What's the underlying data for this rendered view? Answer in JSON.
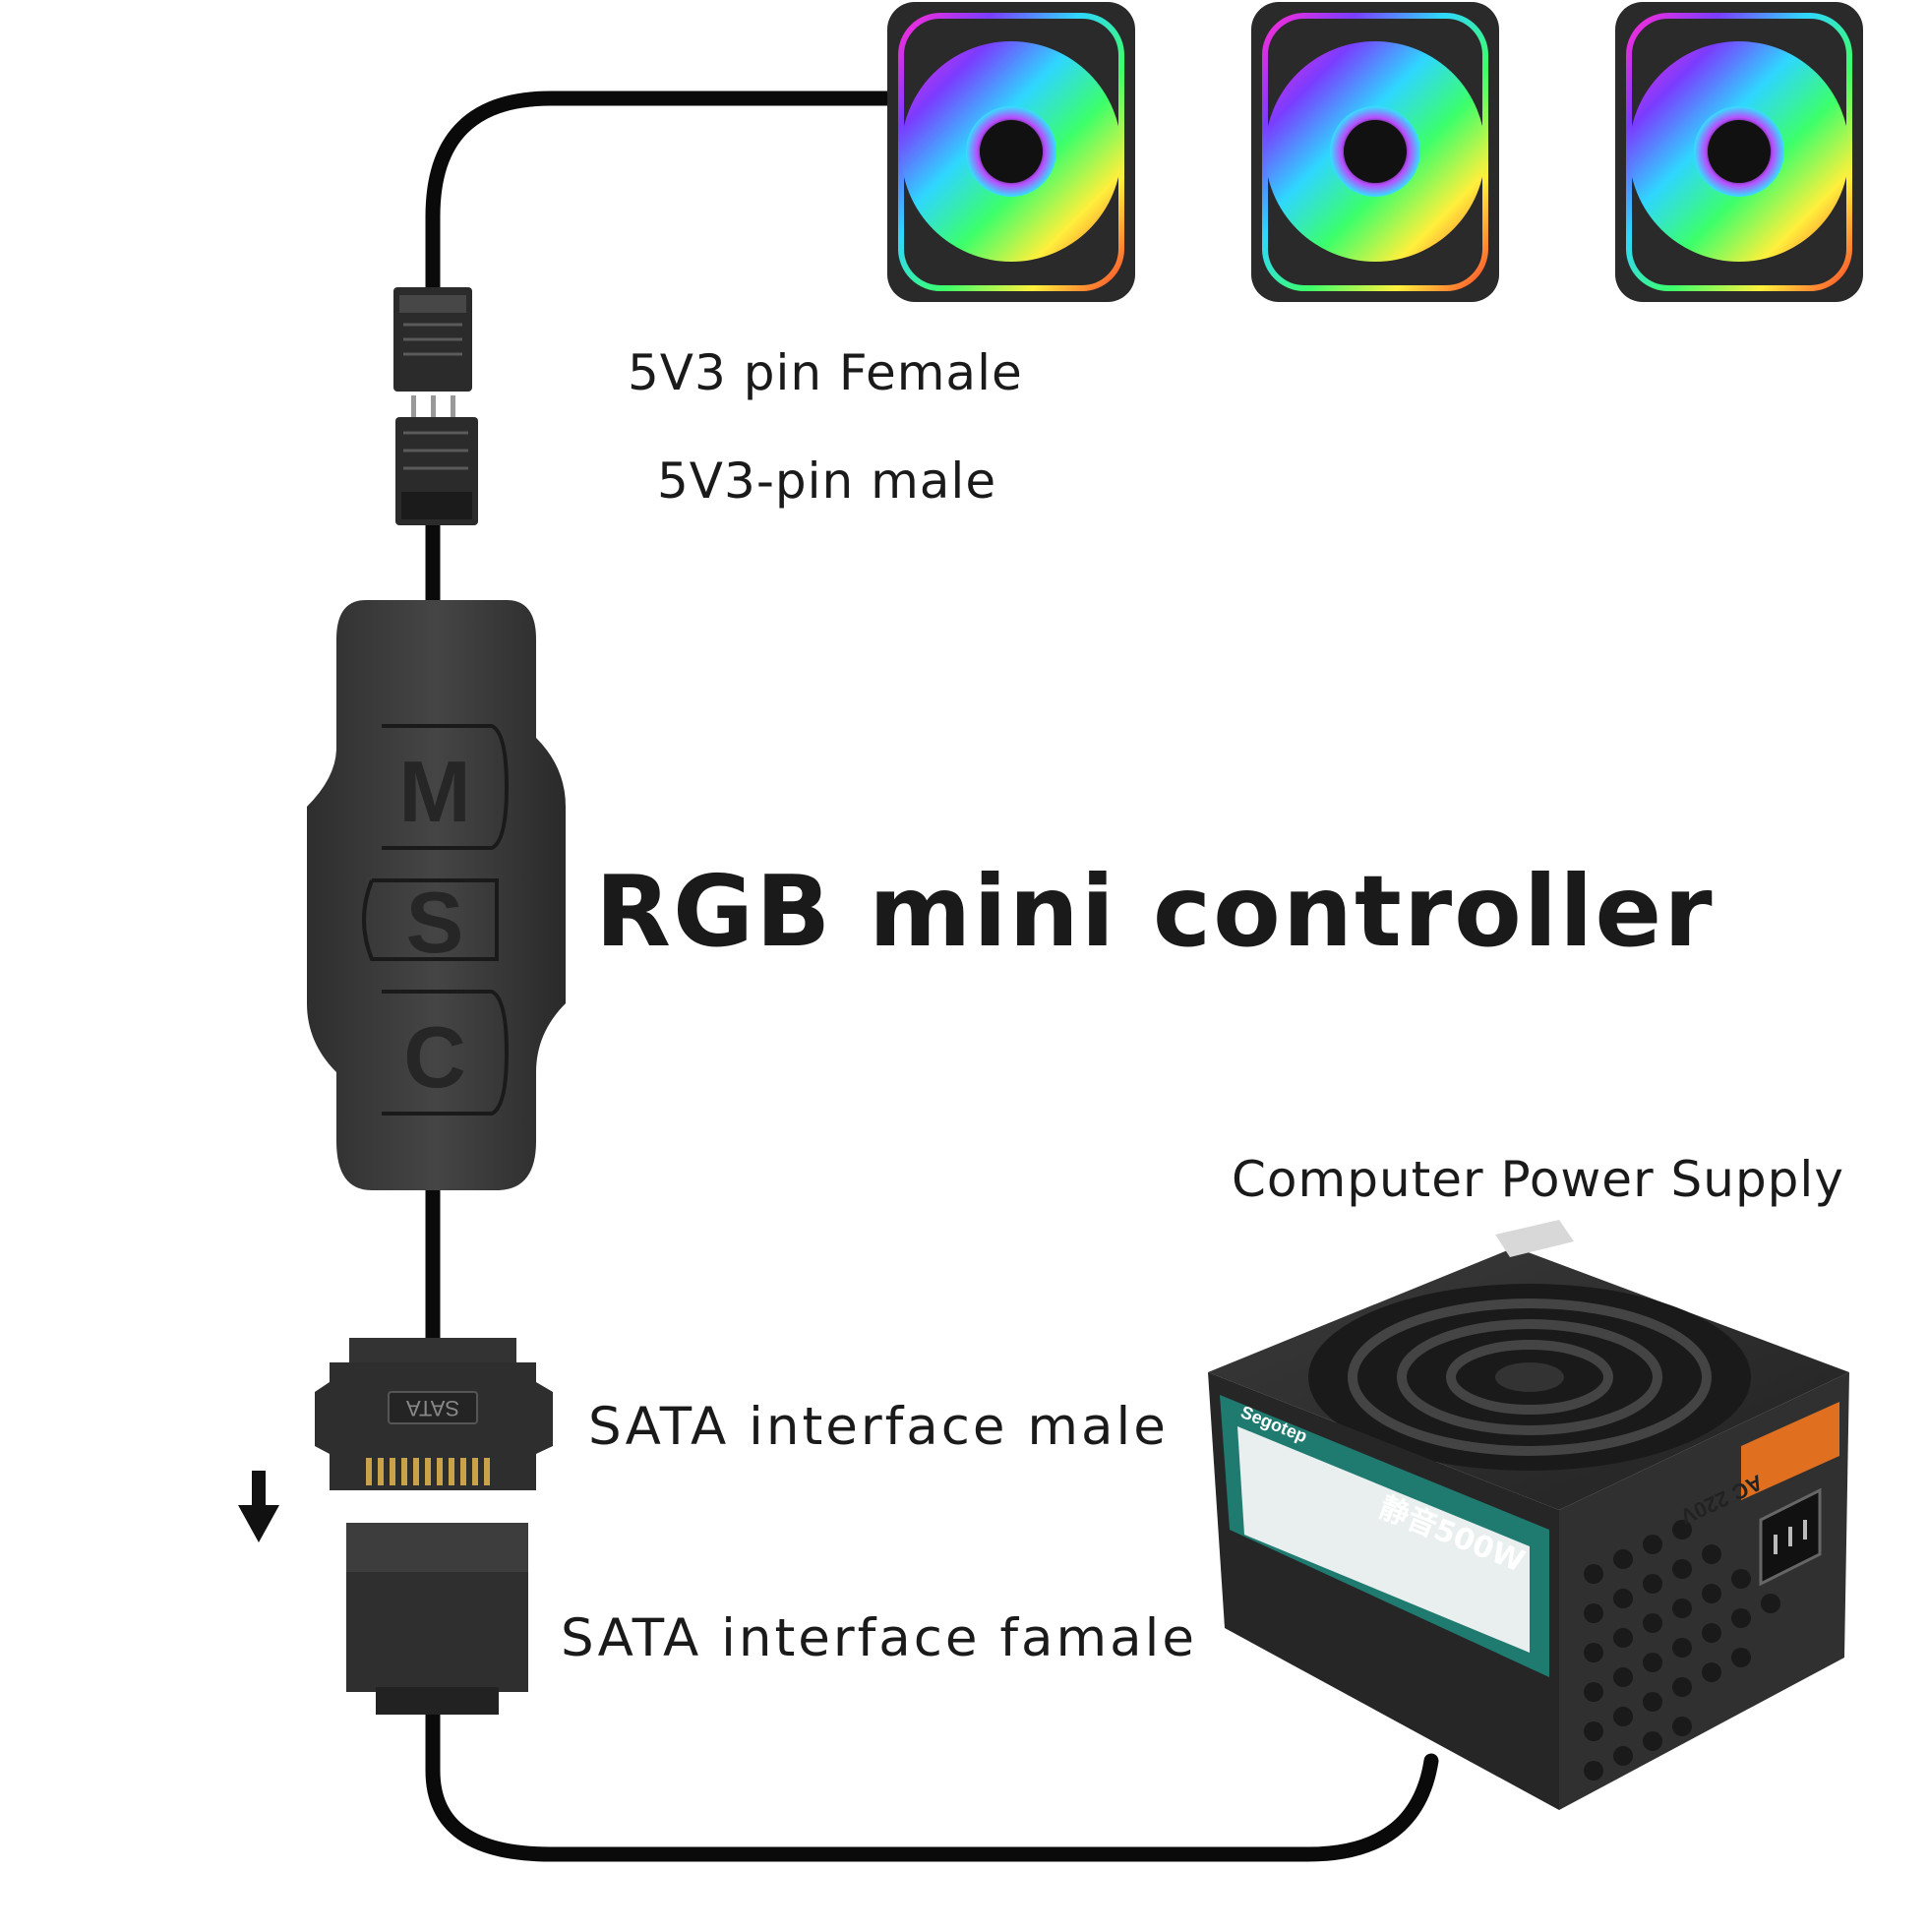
{
  "labels": {
    "pin_female": "5V3 pin Female",
    "pin_male": "5V3-pin male",
    "controller": "RGB mini controller",
    "psu": "Computer Power Supply",
    "sata_male": "SATA interface male",
    "sata_female": "SATA interface famale"
  },
  "controller": {
    "buttons": [
      "M",
      "S",
      "C"
    ]
  },
  "connectors": {
    "sata_male_text": "SATA"
  },
  "psu": {
    "brand": "Segotep",
    "model_text": "静音500W",
    "voltage_badge": "AC 220V"
  },
  "colors": {
    "cable": "#0a0a0a",
    "controller_body": "#3a3a3a",
    "psu_body": "#2b2b2b",
    "psu_label": "#1f7a70",
    "voltage_badge": "#e07020",
    "fan_frame": "#2a2a2a"
  },
  "icons": {
    "fans": [
      "fan-icon",
      "fan-icon",
      "fan-icon"
    ],
    "arrow": "arrow-down-icon"
  }
}
